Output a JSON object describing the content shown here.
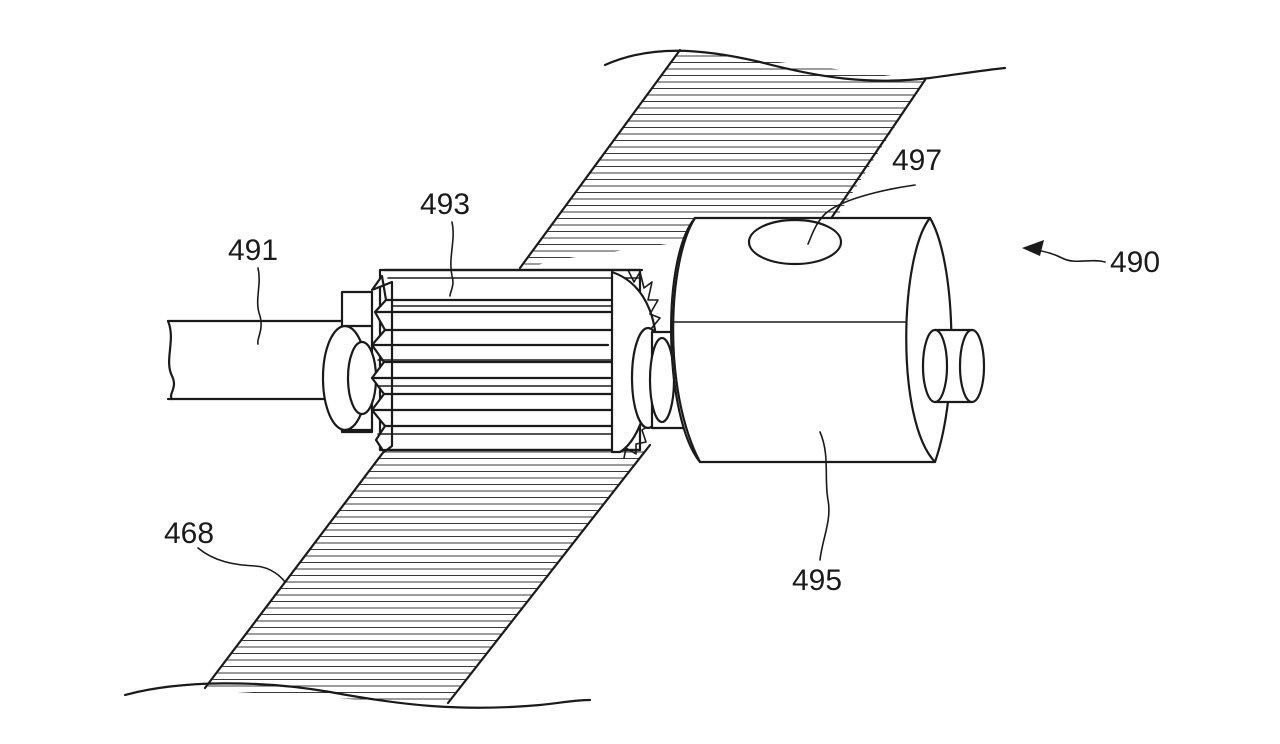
{
  "labels": {
    "shaft": "491",
    "gear": "493",
    "hole": "497",
    "assembly": "490",
    "housing": "495",
    "belt": "468"
  },
  "colors": {
    "line": "#1a1a1a",
    "background": "#ffffff"
  }
}
